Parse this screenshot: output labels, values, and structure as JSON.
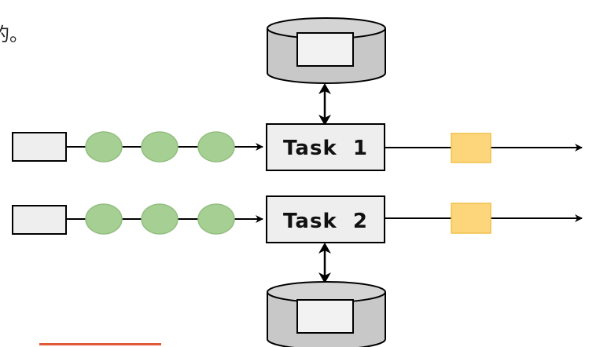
{
  "text_fragment": "的。",
  "tasks": [
    {
      "label": "Task  1"
    },
    {
      "label": "Task  2"
    }
  ],
  "colors": {
    "record": "#a6cf94",
    "record_stroke": "#7fb06a",
    "output": "#fdd57a",
    "output_stroke": "#f3c24e",
    "box_fill": "#eeeeee",
    "store_fill": "#c8c8c8",
    "line": "#000000",
    "underline": "#e05a3a"
  },
  "icons": {
    "source": "rect-box",
    "record": "green-ellipse",
    "state_store": "cylinder-database",
    "output": "yellow-square"
  }
}
